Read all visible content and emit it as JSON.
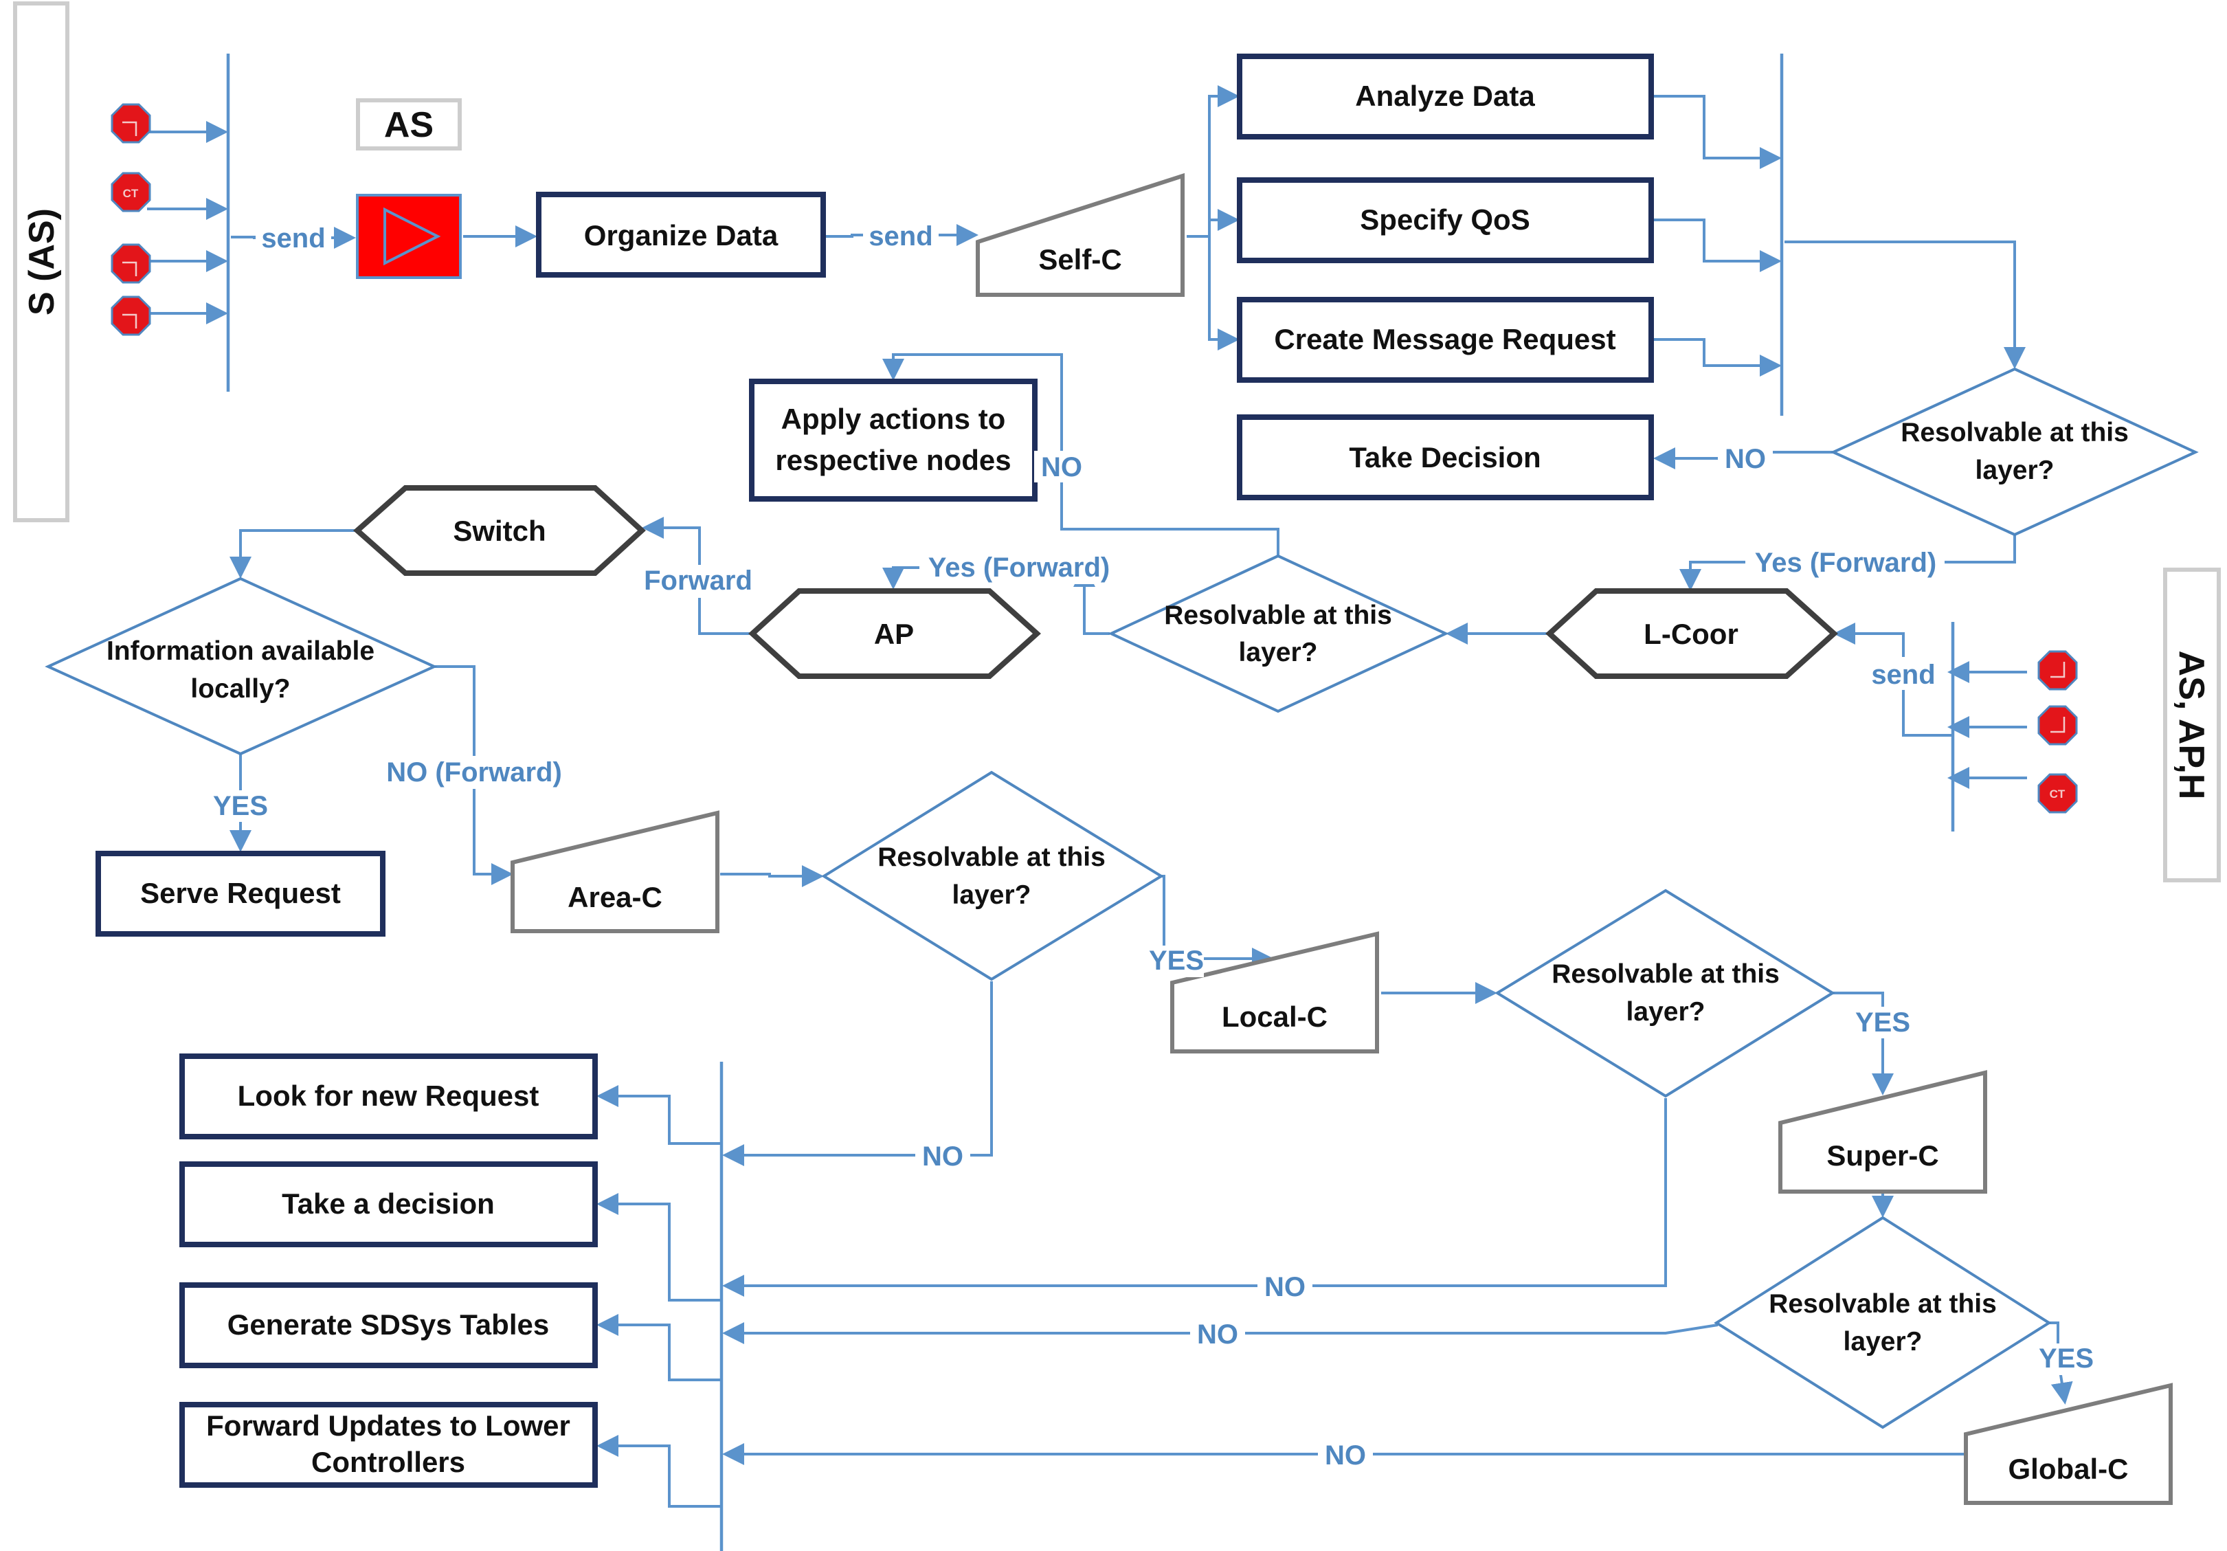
{
  "layer_labels": {
    "left": "S (AS)",
    "right": "AS, AP,H",
    "as_box": "AS"
  },
  "process_boxes": {
    "organize_data": "Organize Data",
    "analyze_data": "Analyze Data",
    "specify_qos": "Specify QoS",
    "create_message_request": "Create Message Request",
    "take_decision": "Take Decision",
    "apply_actions": [
      "Apply actions to",
      "respective nodes"
    ],
    "serve_request": "Serve Request",
    "look_for_new_request": "Look for new Request",
    "take_a_decision": "Take a decision",
    "generate_sdsys_tables": "Generate SDSys Tables",
    "forward_updates": [
      "Forward Updates to Lower",
      "Controllers"
    ]
  },
  "controllers": {
    "self_c": "Self-C",
    "area_c": "Area-C",
    "local_c": "Local-C",
    "super_c": "Super-C",
    "global_c": "Global-C"
  },
  "hexagons": {
    "switch": "Switch",
    "ap": "AP",
    "l_coor": "L-Coor"
  },
  "decisions": {
    "resolvable": [
      "Resolvable at this",
      "layer?"
    ],
    "information_available": [
      "Information available",
      "locally?"
    ]
  },
  "edge_labels": {
    "send": "send",
    "no": "NO",
    "yes": "YES",
    "yes_forward": "Yes (Forward)",
    "forward": "Forward",
    "no_forward": "NO (Forward)"
  },
  "sensor_glyph": "CT",
  "colors": {
    "flow_line": "#5b93cc",
    "box_border": "#1f2f5c",
    "controller_border": "#7d7d7d",
    "sensor_red": "#e3151a",
    "as_device_red": "#ff0000"
  }
}
